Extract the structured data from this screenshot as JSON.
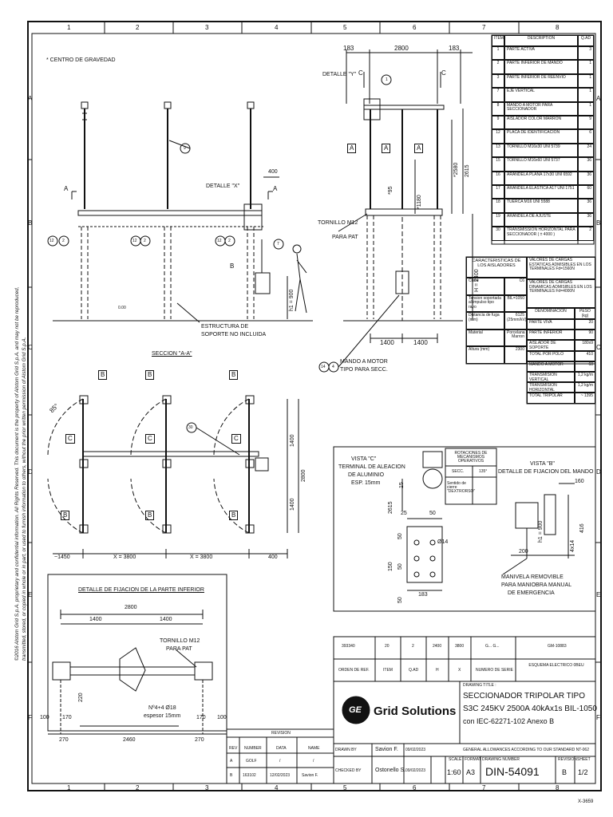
{
  "grid": {
    "columns": [
      "1",
      "2",
      "3",
      "4",
      "5",
      "6",
      "7",
      "8"
    ],
    "rows": [
      "A",
      "B",
      "C",
      "D",
      "E",
      "F"
    ]
  },
  "copyright": {
    "line1": "©2016 Alstom Grid S.p.A. proprietary and confidential information. All Rights Reserved. This document is the property of Alstom Grid S.p.A. and may not be reproduced,",
    "line2": "transmitted, stored, or copied in whole or in part, or used to furnish information to others, without the prior written permission of Alstom Grid S.p.A."
  },
  "front_view": {
    "center_gravity": "* CENTRO DE GRAVEDAD",
    "detail_x": "DETALLE \"X\"",
    "dim_400": "400",
    "section_a": "A",
    "section_b": "B",
    "h1": "h1 = 900",
    "structure_note_1": "ESTRUCTURA DE",
    "structure_note_2": "SOPORTE NO INCLUIDA",
    "balloons": [
      "9",
      "7",
      "12",
      "2",
      "12",
      "2",
      "12",
      "2"
    ],
    "level": "0.00"
  },
  "side_view": {
    "dims": [
      "183",
      "2800",
      "183"
    ],
    "detail_y": "DETALLE \"Y\"",
    "c": "C",
    "a_labels": [
      "A",
      "A",
      "A"
    ],
    "dim_2615": "2615",
    "dim_2580": "*2580",
    "dim_95": "*95",
    "dim_1180": "*1180",
    "h2400": "H = 2400",
    "tornillo_1": "TORNILLO M12",
    "tornillo_2": "PARA PAT",
    "dim_1400a": "1400",
    "dim_1400b": "1400",
    "mando_1": "MANDO A MOTOR",
    "mando_2": "TIPO PARA SECC.",
    "balloons": [
      "1",
      "14",
      "4"
    ]
  },
  "bom": {
    "headers": [
      "ITEM",
      "DESCRIPTION",
      "Q.AD"
    ],
    "rows": [
      [
        "1",
        "PARTE ACTIVA",
        "3"
      ],
      [
        "2",
        "PARTE INFERIOR DE MANDO",
        "1"
      ],
      [
        "3",
        "PARTE INFERIOR DE REENVIO",
        "1"
      ],
      [
        "7",
        "EJE VERTICAL",
        "1"
      ],
      [
        "8",
        "MANDO A MOTOR PARA SECCIONADOR",
        "1"
      ],
      [
        "9",
        "AISLADOR COLOR MARRON",
        "9"
      ],
      [
        "12",
        "PLACA DE IDENTIFICACION",
        "6"
      ],
      [
        "13",
        "TORNILLO M16x30 UNI 5739",
        "24"
      ],
      [
        "15",
        "TORNILLO M16x60 UNI 5737",
        "36"
      ],
      [
        "16",
        "ARANDELA PLANA 17x30 UNI 6592",
        "36"
      ],
      [
        "17",
        "ARANDELA ELASTICA A17 UNI 1751",
        "60"
      ],
      [
        "18",
        "TUERCA M16 UNI 5588",
        "36"
      ],
      [
        "19",
        "ARANDELA DE AJUSTE",
        "36"
      ],
      [
        "30",
        "TRANSMISSION HORIZONTAL PARA SECCIONADOR ( ± 4000 )",
        "2"
      ]
    ]
  },
  "insulator_table": {
    "header_left": "CARACTERISTICAS DE LOS AISLADORES",
    "header_right": "VALORES DE CARGAS ESTATICAS ADMISIBLES EN LOS TERMINALES Fd=1560N",
    "dyn_right": "VALORES DE CARGAS DINAMICAS ADMISIBLES EN LOS TERMINALES Fd=4000N",
    "rows": [
      [
        "Clase",
        "C6"
      ],
      [
        "Tension soportada al impulso tipo rayo",
        "BIL=1050"
      ],
      [
        "Distancia de fuga (mm)",
        "6125 (25mm/kV)"
      ],
      [
        "Material",
        "Porcelana Marron"
      ],
      [
        "Altura (mm)",
        "2300"
      ]
    ],
    "weights_header": [
      "DENOMINACION",
      "PESO (kg)"
    ],
    "weights": [
      [
        "PARTE VIVA",
        "20"
      ],
      [
        "PARTE INFERIOR",
        "90"
      ],
      [
        "AISLADOR DE SOPORTE",
        "180x9"
      ],
      [
        "TOTAL POR POLO",
        "410"
      ],
      [
        "MANDO A MOTOR",
        "60"
      ],
      [
        "TRANSMISION VERTICAL",
        "1,2 kg/m"
      ],
      [
        "TRANSMISION HORIZONTAL",
        "1,2 kg/m"
      ],
      [
        "TOTAL TRIPOLAR",
        "~ 1395"
      ]
    ]
  },
  "plan_view": {
    "section": "SECCION \"A-A\"",
    "b_labels": [
      "B",
      "B",
      "B",
      "B",
      "B",
      "B"
    ],
    "c_labels": [
      "C",
      "C",
      "C"
    ],
    "angle": "85°",
    "balloon": "30",
    "dim_1400a": "1400",
    "dim_2800": "2800",
    "dim_1400b": "1400",
    "dims_bottom": [
      "~1450",
      "X = 3800",
      "X = 3800",
      "400"
    ]
  },
  "view_c": {
    "title_1": "VISTA \"C\"",
    "title_2": "TERMINAL DE ALEACION",
    "title_3": "DE ALUMINIO",
    "title_4": "ESP. 15mm",
    "dim_2615": "2615",
    "dim_15": "15",
    "dim_25": "25",
    "dim_50a": "50",
    "dim_50b": "50",
    "dim_150": "150",
    "dim_50c": "50",
    "dim_183": "183",
    "dim_50d": "50",
    "hole": "Ø14"
  },
  "rotation": {
    "title": "ROTACIONES DE MECANISMOS OPERATIVOS",
    "col1": "SECC.",
    "col2": "135°",
    "note": "Sentido de cierre \"DEXTRORSO\""
  },
  "view_b": {
    "title_1": "VISTA \"B\"",
    "title_2": "DETALLE DE FIJACION DEL MANDO",
    "dim_160": "160",
    "dim_416": "416",
    "dim_900": "h1 = 900",
    "dim_200": "200",
    "crank_1": "MANIVELA REMOVIBLE",
    "crank_2": "PARA MANIOBRA MANUAL",
    "crank_3": "DE EMERGENCIA",
    "hole": "4x14"
  },
  "lower_detail": {
    "title": "DETALLE DE FIJACION DE LA PARTE INFERIOR",
    "dim_2800": "2800",
    "dim_1400a": "1400",
    "dim_1400b": "1400",
    "tornillo_1": "TORNILLO M12",
    "tornillo_2": "PARA PAT",
    "holes_1": "Nº4+4 Ø18",
    "holes_2": "espesor 15mm",
    "dim_220": "220",
    "dim_100a": "100",
    "dim_170a": "170",
    "dim_170b": "170",
    "dim_100b": "100",
    "dim_270a": "270",
    "dim_2460": "2460",
    "dim_270b": "270"
  },
  "revision": {
    "title": "REVISION",
    "headers": [
      "REV",
      "NUMBER",
      "DATA",
      "NAME"
    ],
    "rows": [
      [
        "A",
        "GOLF",
        "/",
        "/"
      ],
      [
        "B",
        "163102",
        "12/02/2023",
        "Savion F."
      ]
    ]
  },
  "order_table": {
    "values": [
      "393340",
      "20",
      "2",
      "2400",
      "3800",
      "G... G...",
      "GM-10883"
    ],
    "headers": [
      "ORDEN DE REF.",
      "ITEM",
      "Q.AD",
      "H",
      "X",
      "NUMERO DE SERIE",
      "ESQUEMA ELECTRICO 0BEU"
    ]
  },
  "title_block": {
    "logo": "GE",
    "company": "Grid Solutions",
    "drawing_title_label": "DRAWING TITLE :",
    "title_1": "SECCIONADOR TRIPOLAR TIPO",
    "title_2": "S3C  245KV 2500A 40kAx1s BIL-1050",
    "title_3": "con IEC-62271-102 Anexo B",
    "drawn_by_label": "DRAWN BY",
    "drawn_by": "Savion F.",
    "drawn_date": "09/02/2023",
    "checked_by_label": "CHECKED BY",
    "checked_by": "Ostonello S.",
    "checked_date": "09/02/2023",
    "tolerances": "GENERAL ALLOWANCES ACCORDING TO OUR STANDARD NT-062",
    "scale_label": "SCALE",
    "scale": "1:60",
    "format_label": "FORMAT",
    "format": "A3",
    "number_label": "DRAWING NUMBER",
    "number": "DIN-54091",
    "revision_label": "REVISION",
    "revision": "B",
    "sheet_label": "SHEET",
    "sheet": "1/2"
  },
  "footer_code": "X-3659"
}
